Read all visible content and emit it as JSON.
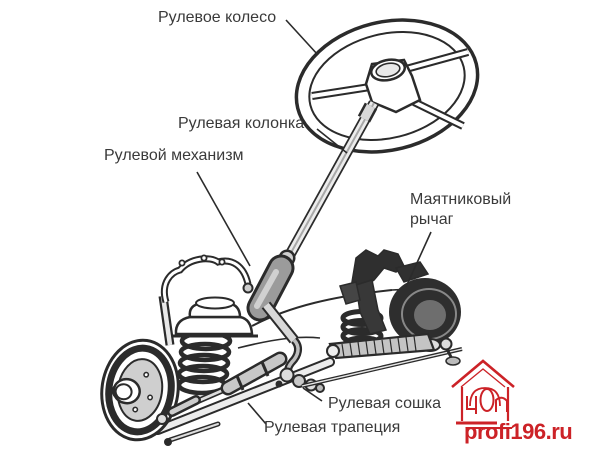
{
  "title": "Steering system diagram (Russian labels)",
  "labels": {
    "steering_wheel": "Рулевое колесо",
    "steering_column": "Рулевая колонка",
    "steering_gear": "Рулевой механизм",
    "pendulum_arm": "Маятниковый рычаг",
    "pitman_arm": "Рулевая сошка",
    "steering_trapezoid": "Рулевая трапеция"
  },
  "watermark": {
    "site": "profi196.ru",
    "logo": "house-cop-logo",
    "color": "#cc2227"
  },
  "colors": {
    "background": "#ffffff",
    "line": "#2b2b2b",
    "label_text": "#3a3a3a",
    "metal_light": "#e3e3e3",
    "metal_mid": "#9b9b9b",
    "dark_part": "#2e2e2e"
  }
}
